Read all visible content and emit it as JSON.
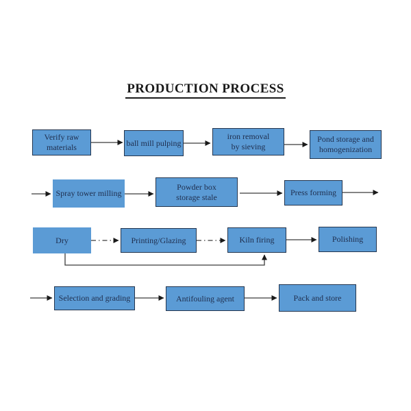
{
  "title": "PRODUCTION PROCESS",
  "colors": {
    "box_fill": "#5b9bd5",
    "box_border": "#23344d",
    "text": "#203050",
    "arrow": "#3a3a3a",
    "title": "#1a1a1a"
  },
  "nodes": {
    "verify": {
      "label": "Verify raw\nmaterials"
    },
    "ball_mill": {
      "label": "ball mill pulping"
    },
    "iron": {
      "label": "iron removal\nby sieving"
    },
    "pond": {
      "label": "Pond storage and\nhomogenization"
    },
    "spray": {
      "label": "Spray tower milling"
    },
    "powder": {
      "label": "Powder box\nstorage stale"
    },
    "press": {
      "label": "Press forming"
    },
    "dry": {
      "label": "Dry"
    },
    "printing": {
      "label": "Printing/Glazing"
    },
    "kiln": {
      "label": "Kiln firing"
    },
    "polishing": {
      "label": "Polishing"
    },
    "selection": {
      "label": "Selection and grading"
    },
    "antifoul": {
      "label": "Antifouling agent"
    },
    "pack": {
      "label": "Pack and store"
    }
  },
  "edges": [
    {
      "from": "verify",
      "to": "ball_mill",
      "style": "solid"
    },
    {
      "from": "ball_mill",
      "to": "iron",
      "style": "solid"
    },
    {
      "from": "iron",
      "to": "pond",
      "style": "solid"
    },
    {
      "from": "row-continuation",
      "to": "spray",
      "style": "solid"
    },
    {
      "from": "spray",
      "to": "powder",
      "style": "solid"
    },
    {
      "from": "powder",
      "to": "press",
      "style": "solid"
    },
    {
      "from": "press",
      "to": "row-continuation",
      "style": "solid"
    },
    {
      "from": "dry",
      "to": "printing",
      "style": "dash-dot"
    },
    {
      "from": "printing",
      "to": "kiln",
      "style": "dash-dot"
    },
    {
      "from": "dry",
      "to": "kiln",
      "style": "solid-elbow"
    },
    {
      "from": "kiln",
      "to": "polishing",
      "style": "solid"
    },
    {
      "from": "row-continuation",
      "to": "selection",
      "style": "solid"
    },
    {
      "from": "selection",
      "to": "antifoul",
      "style": "solid"
    },
    {
      "from": "antifoul",
      "to": "pack",
      "style": "solid"
    }
  ]
}
